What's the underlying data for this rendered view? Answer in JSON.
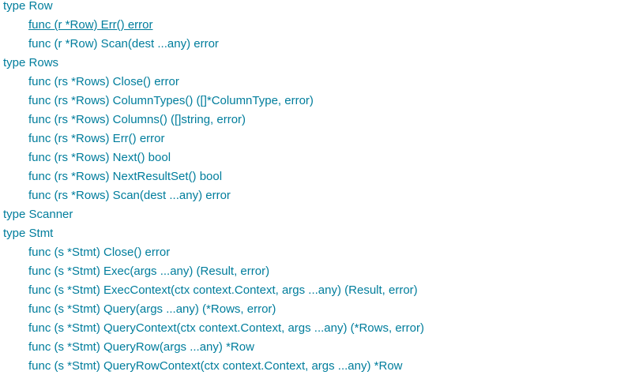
{
  "groups": [
    {
      "type_label": "type Row",
      "funcs": [
        {
          "label": "func (r *Row) Err() error",
          "hovered": true
        },
        {
          "label": "func (r *Row) Scan(dest ...any) error",
          "hovered": false
        }
      ]
    },
    {
      "type_label": "type Rows",
      "funcs": [
        {
          "label": "func (rs *Rows) Close() error",
          "hovered": false
        },
        {
          "label": "func (rs *Rows) ColumnTypes() ([]*ColumnType, error)",
          "hovered": false
        },
        {
          "label": "func (rs *Rows) Columns() ([]string, error)",
          "hovered": false
        },
        {
          "label": "func (rs *Rows) Err() error",
          "hovered": false
        },
        {
          "label": "func (rs *Rows) Next() bool",
          "hovered": false
        },
        {
          "label": "func (rs *Rows) NextResultSet() bool",
          "hovered": false
        },
        {
          "label": "func (rs *Rows) Scan(dest ...any) error",
          "hovered": false
        }
      ]
    },
    {
      "type_label": "type Scanner",
      "funcs": []
    },
    {
      "type_label": "type Stmt",
      "funcs": [
        {
          "label": "func (s *Stmt) Close() error",
          "hovered": false
        },
        {
          "label": "func (s *Stmt) Exec(args ...any) (Result, error)",
          "hovered": false
        },
        {
          "label": "func (s *Stmt) ExecContext(ctx context.Context, args ...any) (Result, error)",
          "hovered": false
        },
        {
          "label": "func (s *Stmt) Query(args ...any) (*Rows, error)",
          "hovered": false
        },
        {
          "label": "func (s *Stmt) QueryContext(ctx context.Context, args ...any) (*Rows, error)",
          "hovered": false
        },
        {
          "label": "func (s *Stmt) QueryRow(args ...any) *Row",
          "hovered": false
        },
        {
          "label": "func (s *Stmt) QueryRowContext(ctx context.Context, args ...any) *Row",
          "hovered": false
        }
      ]
    }
  ],
  "colors": {
    "link": "#007d9c",
    "background": "#ffffff"
  }
}
